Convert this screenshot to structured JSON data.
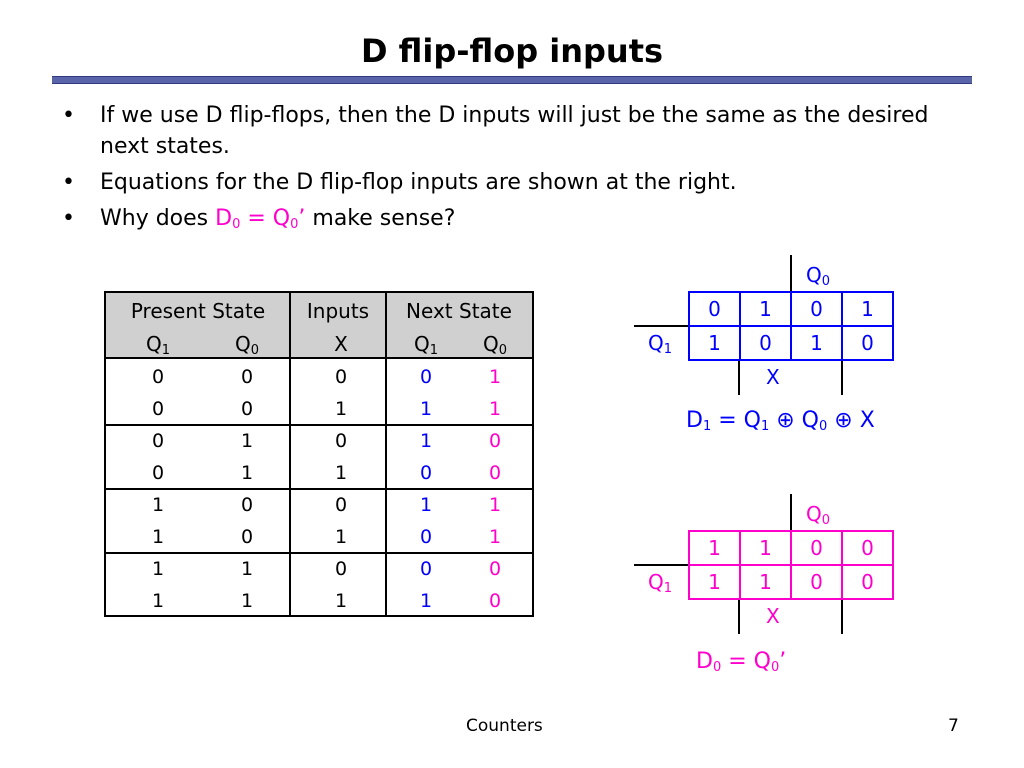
{
  "slide": {
    "title": "D flip-flop inputs",
    "footer_left": "Counters",
    "page_number": "7"
  },
  "bullets": [
    {
      "text": "If we use D flip-flops, then the D inputs will just be the same as the desired next states."
    },
    {
      "text": "Equations for the D flip-flop inputs are shown at the right."
    },
    {
      "pre": "Why does ",
      "highlight": "D0 = Q0’",
      "post": " make sense?"
    }
  ],
  "truth_table": {
    "group_headers": [
      "Present State",
      "Inputs",
      "Next State"
    ],
    "sub_headers": [
      "Q1",
      "Q0",
      "X",
      "Q1",
      "Q0"
    ],
    "rows": [
      [
        "0",
        "0",
        "0",
        "0",
        "1"
      ],
      [
        "0",
        "0",
        "1",
        "1",
        "1"
      ],
      [
        "0",
        "1",
        "0",
        "1",
        "0"
      ],
      [
        "0",
        "1",
        "1",
        "0",
        "0"
      ],
      [
        "1",
        "0",
        "0",
        "1",
        "1"
      ],
      [
        "1",
        "0",
        "1",
        "0",
        "1"
      ],
      [
        "1",
        "1",
        "0",
        "0",
        "0"
      ],
      [
        "1",
        "1",
        "1",
        "1",
        "0"
      ]
    ],
    "colors": {
      "next_q1": "#0000ff",
      "next_q0": "#ff00cc"
    }
  },
  "kmap_d1": {
    "top_label": "Q0",
    "side_label": "Q1",
    "bottom_label": "X",
    "cells": [
      [
        "0",
        "1",
        "0",
        "1"
      ],
      [
        "1",
        "0",
        "1",
        "0"
      ]
    ],
    "equation": "D1 = Q1 ⊕ Q0 ⊕ X",
    "color": "#0000ff",
    "grid_color": "#0000ff"
  },
  "kmap_d0": {
    "top_label": "Q0",
    "side_label": "Q1",
    "bottom_label": "X",
    "cells": [
      [
        "1",
        "1",
        "0",
        "0"
      ],
      [
        "1",
        "1",
        "0",
        "0"
      ]
    ],
    "equation": "D0 = Q0’",
    "color": "#ff00cc",
    "grid_color": "#ff00cc"
  }
}
